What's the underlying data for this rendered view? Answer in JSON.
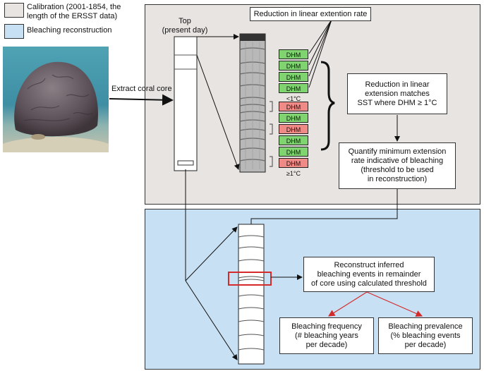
{
  "legend": {
    "calibration_label": "Calibration (2001-1854, the length of the ERSST data)",
    "calibration_line1": "Calibration (2001-1854, the",
    "calibration_line2": "length of the ERSST data)",
    "bleaching_label": "Bleaching reconstruction",
    "calibration_color": "#e8e4e1",
    "bleaching_color": "#c8e0f3"
  },
  "photo": {
    "extract_label": "Extract coral core"
  },
  "core": {
    "top_label": "Top",
    "present_label": "(present day)"
  },
  "calibration": {
    "reduction_title": "Reduction in linear extention rate",
    "dhm_labels": [
      "DHM <1°C",
      "DHM <1°C",
      "DHM <1°C",
      "DHM <1°C",
      "DHM ≥1°C",
      "DHM <1°C",
      "DHM ≥1°C",
      "DHM <1°C",
      "DHM <1°C",
      "DHM ≥1°C"
    ],
    "matches_box": [
      "Reduction in linear",
      "extension matches",
      "SST where DHM ≥ 1°C"
    ],
    "quantify_box": [
      "Quantify minimum extension",
      "rate indicative of bleaching",
      "(threshold to be used",
      "in reconstruction)"
    ]
  },
  "reconstruction": {
    "reconstruct_box": [
      "Reconstruct inferred",
      "bleaching events in remainder",
      "of core using calculated threshold"
    ],
    "frequency_box": [
      "Bleaching frequency",
      "(# bleaching years",
      "per decade)"
    ],
    "prevalence_box": [
      "Bleaching prevalence",
      "(% bleaching events",
      "per decade)"
    ]
  },
  "colors": {
    "dhm_low": "#7fd46f",
    "dhm_high": "#f08a86",
    "highlight": "#d42a2a",
    "arrow_red": "#d42a2a"
  }
}
